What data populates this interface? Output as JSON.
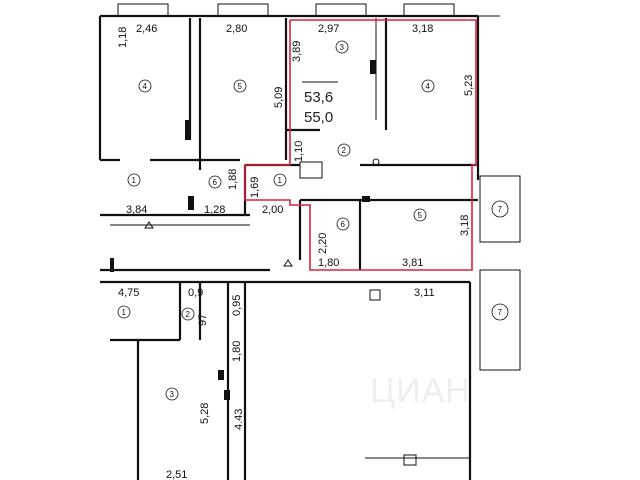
{
  "watermark": "ЦИАН",
  "area_total": "53,6",
  "area_second": "55,0",
  "dimensions": {
    "d_118": "1,18",
    "d_246": "2,46",
    "d_280": "2,80",
    "d_297": "2,97",
    "d_318_top": "3,18",
    "d_389": "3,89",
    "d_509": "5,09",
    "d_523": "5,23",
    "d_110": "1,10",
    "d_188": "1,88",
    "d_169": "1,69",
    "d_384": "3,84",
    "d_128": "1,28",
    "d_200": "2,00",
    "d_220": "2,20",
    "d_318_side": "3,18",
    "d_180": "1,80",
    "d_381": "3,81",
    "d_475": "4,75",
    "d_09": "0,9",
    "d_095": "0,95",
    "d_97": "97",
    "d_180_v": "1,80",
    "d_311": "3,11",
    "d_528": "5,28",
    "d_443": "4.43",
    "d_251": "2,51"
  },
  "rooms": {
    "r4_left": "4",
    "r5_left": "5",
    "r3_top": "3",
    "r4_right": "4",
    "r2_hall": "2",
    "r1_left": "1",
    "r6_left": "6",
    "r1_mid": "1",
    "r6_bath": "6",
    "r5_right": "5",
    "r7_top": "7",
    "r7_bot": "7",
    "r1_low": "1",
    "r2_low": "2",
    "r3_low": "3"
  }
}
